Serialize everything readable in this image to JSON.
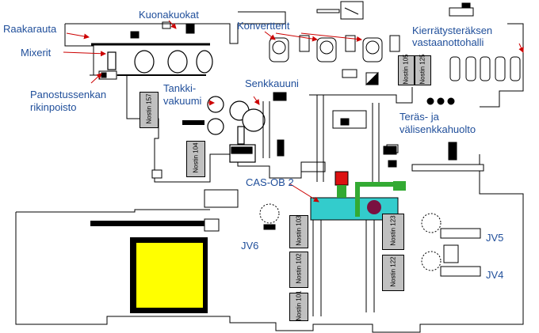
{
  "labels": {
    "raakarauta": "Raakarauta",
    "kuonakuokat": "Kuonakuokat",
    "konvertterit": "Konvertterit",
    "kierratys_line1": "Kierrätysteräksen",
    "kierratys_line2": "vastaanottohalli",
    "mixerit": "Mixerit",
    "panostus_line1": "Panostussenkan",
    "panostus_line2": "rikinpoisto",
    "tankki_line1": "Tankki-",
    "tankki_line2": "vakuumi",
    "senkkauuni": "Senkkauuni",
    "teras_line1": "Teräs- ja",
    "teras_line2": "välisenkkahuolto",
    "cas_ob": "CAS-OB 2",
    "jv6": "JV6",
    "jv5": "JV5",
    "jv4": "JV4"
  },
  "cranes": [
    {
      "id": "nostin-157",
      "label": "Nostin 157"
    },
    {
      "id": "nostin-104",
      "label": "Nostin 104"
    },
    {
      "id": "nostin-105",
      "label": "Nostin 105"
    },
    {
      "id": "nostin-125",
      "label": "Nostin 125"
    },
    {
      "id": "nostin-103",
      "label": "Nostin 103"
    },
    {
      "id": "nostin-102",
      "label": "Nostin 102"
    },
    {
      "id": "nostin-101",
      "label": "Nostin 101"
    },
    {
      "id": "nostin-123",
      "label": "Nostin 123"
    },
    {
      "id": "nostin-122",
      "label": "Nostin 122"
    }
  ],
  "colors": {
    "label_text": "#1f4e9a",
    "arrow": "#cc0000",
    "outline": "#000000",
    "crane_fill": "#c0c0c0",
    "cas_cyan": "#33cccc",
    "cas_green": "#33aa33",
    "cas_red": "#dd1111",
    "cas_purple": "#7a1040",
    "yellow_area": "#ffff00"
  }
}
